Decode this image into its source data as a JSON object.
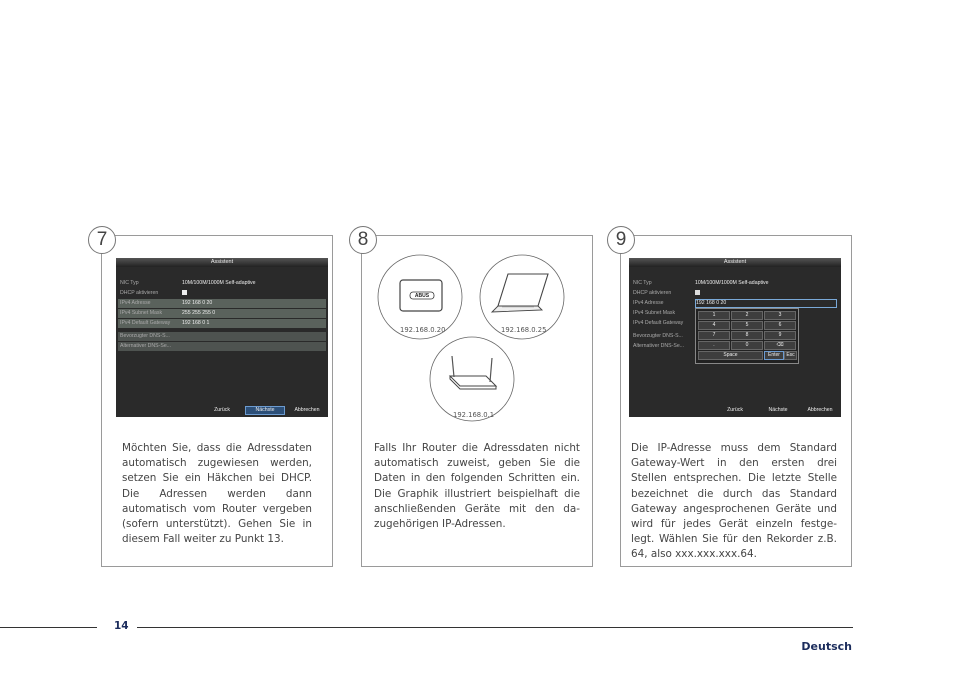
{
  "steps": [
    {
      "number": "7",
      "text": "Möchten Sie, dass die Adressdaten automatisch zugewiesen werden, setzen Sie ein Häkchen bei DHCP. Die Adressen werden dann automatisch vom Router vergeben (sofern unterstützt). Gehen Sie in diesem Fall weiter zu Punkt 13."
    },
    {
      "number": "8",
      "text": "Falls Ihr Router die Adressdaten nicht automatisch zuweist, geben Sie die Daten in den folgenden Schritten ein. Die Graphik illustriert beispielhaft die anschließenden Geräte mit den da-zugehörigen IP-Adressen."
    },
    {
      "number": "9",
      "text": "Die IP-Adresse muss dem Standard Gateway-Wert in den ersten drei Stellen entsprechen. Die letzte Stelle bezeichnet die durch das Standard Gateway angesprochenen Geräte und wird für jedes Gerät einzeln festge-legt. Wählen Sie für den Rekorder z.B. 64, also xxx.xxx.xxx.64."
    }
  ],
  "screen7": {
    "title": "Assistent",
    "rows": [
      {
        "label": "NIC Typ",
        "value": "10M/100M/1000M Self-adaptive"
      },
      {
        "label": "DHCP aktivieren",
        "value": ""
      },
      {
        "label": "IPv4 Adresse",
        "value": "192   168   0      20"
      },
      {
        "label": "IPv4 Subnet Mask",
        "value": "255   255   255   0"
      },
      {
        "label": "IPv4 Default Gateway",
        "value": "192   168   0      1"
      },
      {
        "label": "Bevorzugter DNS-S...",
        "value": ""
      },
      {
        "label": "Alternativer DNS-Se...",
        "value": ""
      }
    ],
    "buttons": {
      "back": "Zurück",
      "next": "Nächste",
      "cancel": "Abbrechen"
    }
  },
  "screen9": {
    "title": "Assistent",
    "rows": [
      {
        "label": "NIC Typ",
        "value": "10M/100M/1000M Self-adaptive"
      },
      {
        "label": "DHCP aktivieren",
        "value": ""
      },
      {
        "label": "IPv4 Adresse",
        "value": "192   168   0      20"
      },
      {
        "label": "IPv4 Subnet Mask",
        "value": ""
      },
      {
        "label": "IPv4 Default Gateway",
        "value": ""
      },
      {
        "label": "Bevorzugter DNS-S...",
        "value": ""
      },
      {
        "label": "Alternativer DNS-Se...",
        "value": ""
      }
    ],
    "keys": [
      "1",
      "2",
      "3",
      "4",
      "5",
      "6",
      "7",
      "8",
      "9",
      ".",
      "0",
      "⌫"
    ],
    "keypad_bottom": {
      "space": "Space",
      "enter": "Enter",
      "esc": "Esc"
    },
    "buttons": {
      "back": "Zurück",
      "next": "Nächste",
      "cancel": "Abbrechen"
    }
  },
  "network": {
    "logo": "ABUS",
    "recorder_ip": "192.168.0.20",
    "laptop_ip": "192.168.0.25",
    "router_ip": "192.168.0.1"
  },
  "footer": {
    "page_number": "14",
    "language": "Deutsch"
  }
}
